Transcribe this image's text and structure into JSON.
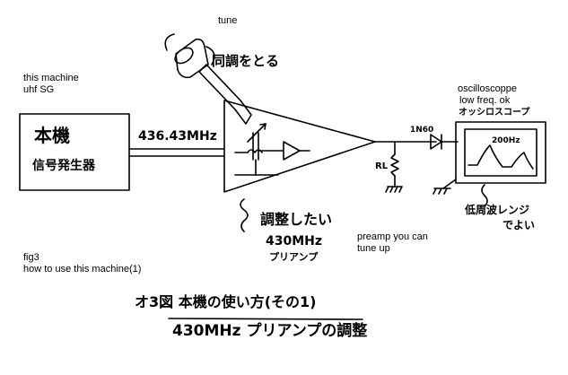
{
  "labels": {
    "tune": "tune",
    "this_machine": "this machine",
    "uhf_sg": "uhf SG",
    "main_unit": "本機",
    "signal_generator": "信号発生器",
    "freq": "436.43MHz",
    "tuning_jp": "同調をとる",
    "oscilloscope": "oscilloscoppe",
    "low_freq_ok": "low freq. ok",
    "oscilloscope_jp": "オッシロスコープ",
    "diode": "1N60",
    "rl": "RL",
    "hz_200": "200Hz",
    "low_freq_range_jp": "低周波レンジ",
    "deyoi": "でよい",
    "adjust_jp": "調整したい",
    "preamp_freq": "430MHz",
    "preamp_jp": "プリアンプ",
    "preamp_tune_1": "preamp you can",
    "preamp_tune_2": "tune up",
    "fig": "fig3",
    "fig_desc": "how to use this machine(1)",
    "caption_1": "オ3図  本機の使い方(その1)",
    "caption_2": "430MHz プリアンプの調整"
  }
}
